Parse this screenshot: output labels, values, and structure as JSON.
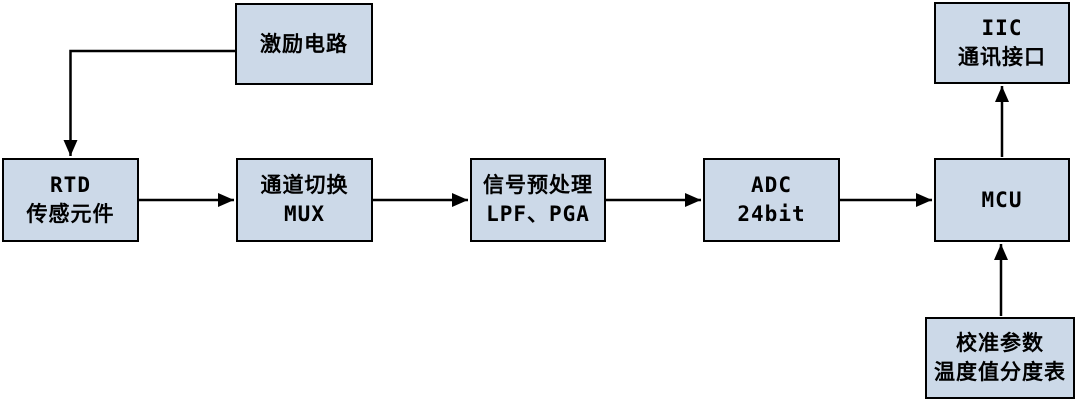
{
  "diagram": {
    "type": "block-flow-diagram",
    "blocks": [
      {
        "id": "excitation-circuit",
        "lines": [
          "激励电路"
        ]
      },
      {
        "id": "rtd-sensor",
        "lines": [
          "RTD",
          "传感元件"
        ]
      },
      {
        "id": "channel-mux",
        "lines": [
          "通道切换",
          "MUX"
        ]
      },
      {
        "id": "signal-preprocessing",
        "lines": [
          "信号预处理",
          "LPF、PGA"
        ]
      },
      {
        "id": "adc",
        "lines": [
          "ADC",
          "24bit"
        ]
      },
      {
        "id": "mcu",
        "lines": [
          "MCU"
        ]
      },
      {
        "id": "iic-interface",
        "lines": [
          "IIC",
          "通讯接口"
        ]
      },
      {
        "id": "calibration-table",
        "lines": [
          "校准参数",
          "温度值分度表"
        ]
      }
    ],
    "arrows": [
      {
        "from": "excitation-circuit",
        "to": "rtd-sensor"
      },
      {
        "from": "rtd-sensor",
        "to": "channel-mux"
      },
      {
        "from": "channel-mux",
        "to": "signal-preprocessing"
      },
      {
        "from": "signal-preprocessing",
        "to": "adc"
      },
      {
        "from": "adc",
        "to": "mcu"
      },
      {
        "from": "mcu",
        "to": "iic-interface"
      },
      {
        "from": "calibration-table",
        "to": "mcu"
      }
    ],
    "colors": {
      "box_fill": "#ccd9e8",
      "box_border": "#000000",
      "arrow": "#000000",
      "background": "#ffffff",
      "text": "#000000"
    }
  }
}
